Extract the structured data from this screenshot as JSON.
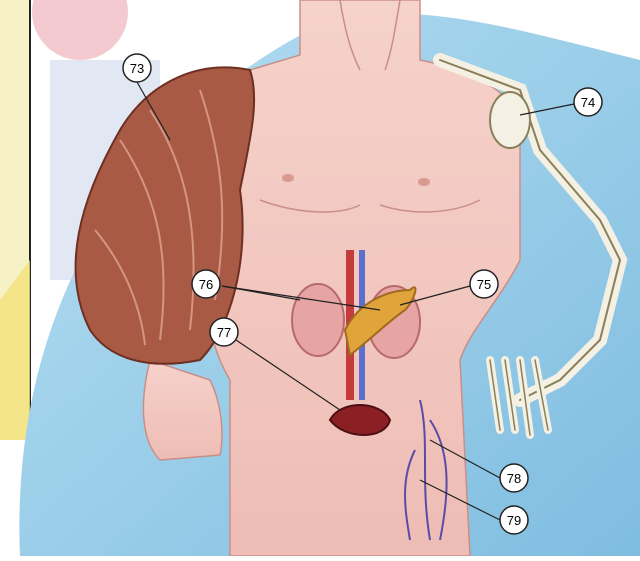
{
  "diagram": {
    "callouts": [
      {
        "id": "73",
        "label": "73",
        "structure": "arm-muscles"
      },
      {
        "id": "74",
        "label": "74",
        "structure": "arm-bones"
      },
      {
        "id": "75",
        "label": "75",
        "structure": "pancreas"
      },
      {
        "id": "76",
        "label": "76",
        "structure": "kidneys"
      },
      {
        "id": "77",
        "label": "77",
        "structure": "bladder"
      },
      {
        "id": "78",
        "label": "78",
        "structure": "veins"
      },
      {
        "id": "79",
        "label": "79",
        "structure": "veins"
      }
    ]
  },
  "colors": {
    "background_blue": "#8ec9e6",
    "skin": "#f2c6bf",
    "muscle": "#a85a45",
    "bone": "#f4f1e4",
    "kidney": "#e7a4a4",
    "pancreas": "#e0a43a",
    "bladder": "#8a1f24",
    "vein": "#5b4aa8",
    "watermark": "#c9d6ea"
  }
}
